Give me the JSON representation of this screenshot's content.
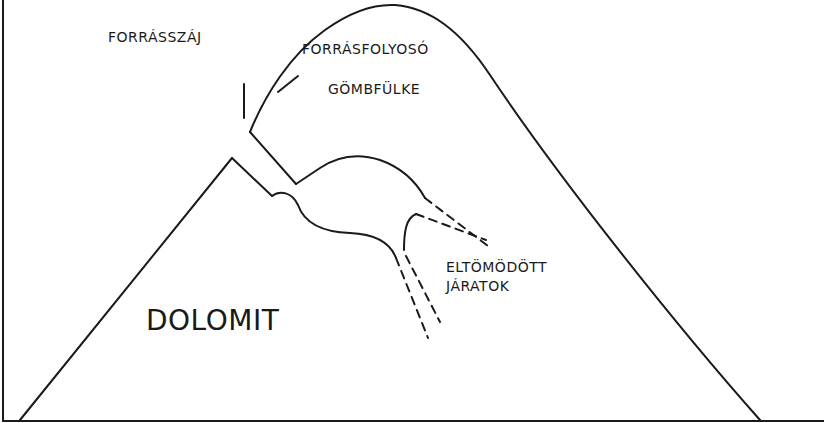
{
  "diagram": {
    "labels": [
      "FORRÁSSZÁJ",
      "FORRÁSFOLYOSÓ",
      "GÖMBFÜLKE",
      "ELTÖMÖDÖTT JÁRATOK",
      "DOLOMIT"
    ]
  }
}
